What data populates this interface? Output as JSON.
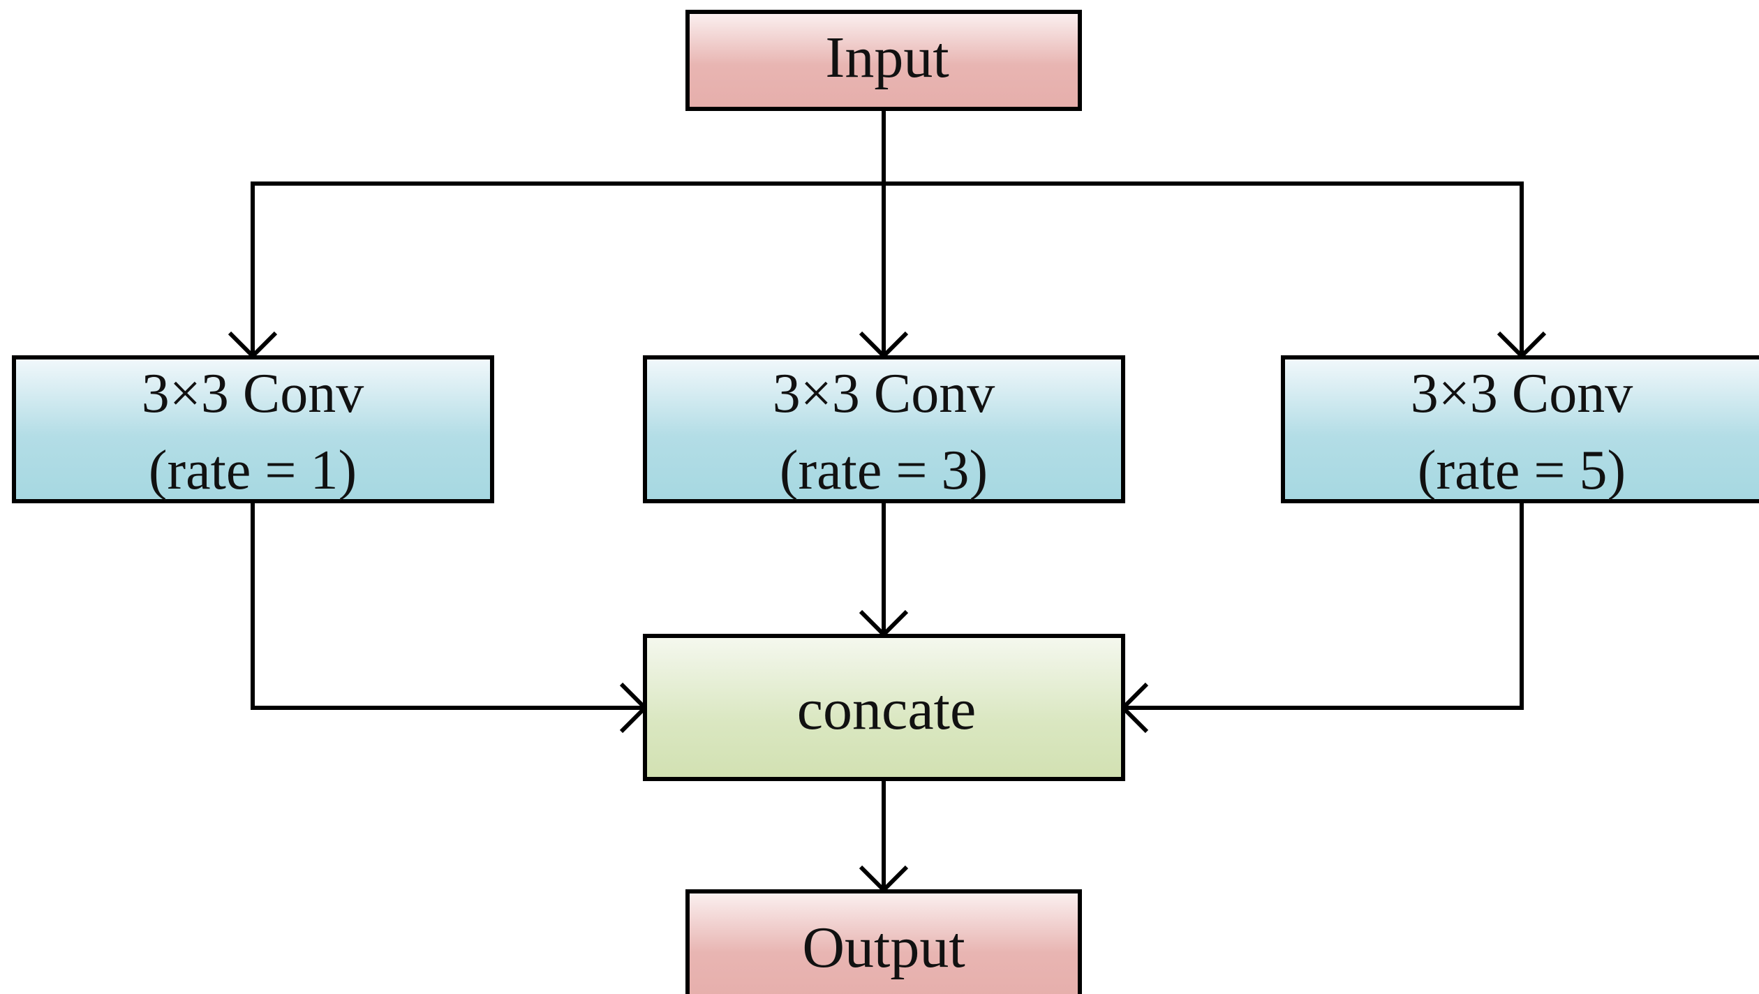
{
  "diagram": {
    "input_label": "Input",
    "conv_nodes": [
      {
        "line1": "3×3 Conv",
        "line2": "(rate = 1)"
      },
      {
        "line1": "3×3 Conv",
        "line2": "(rate = 3)"
      },
      {
        "line1": "3×3 Conv",
        "line2": "(rate = 5)"
      }
    ],
    "concat_label": "concate",
    "output_label": "Output"
  },
  "colors": {
    "input_output_fill": "#e8b5b2",
    "conv_fill": "#a9d9e3",
    "concat_fill": "#d5e3b6",
    "stroke": "#000000"
  }
}
